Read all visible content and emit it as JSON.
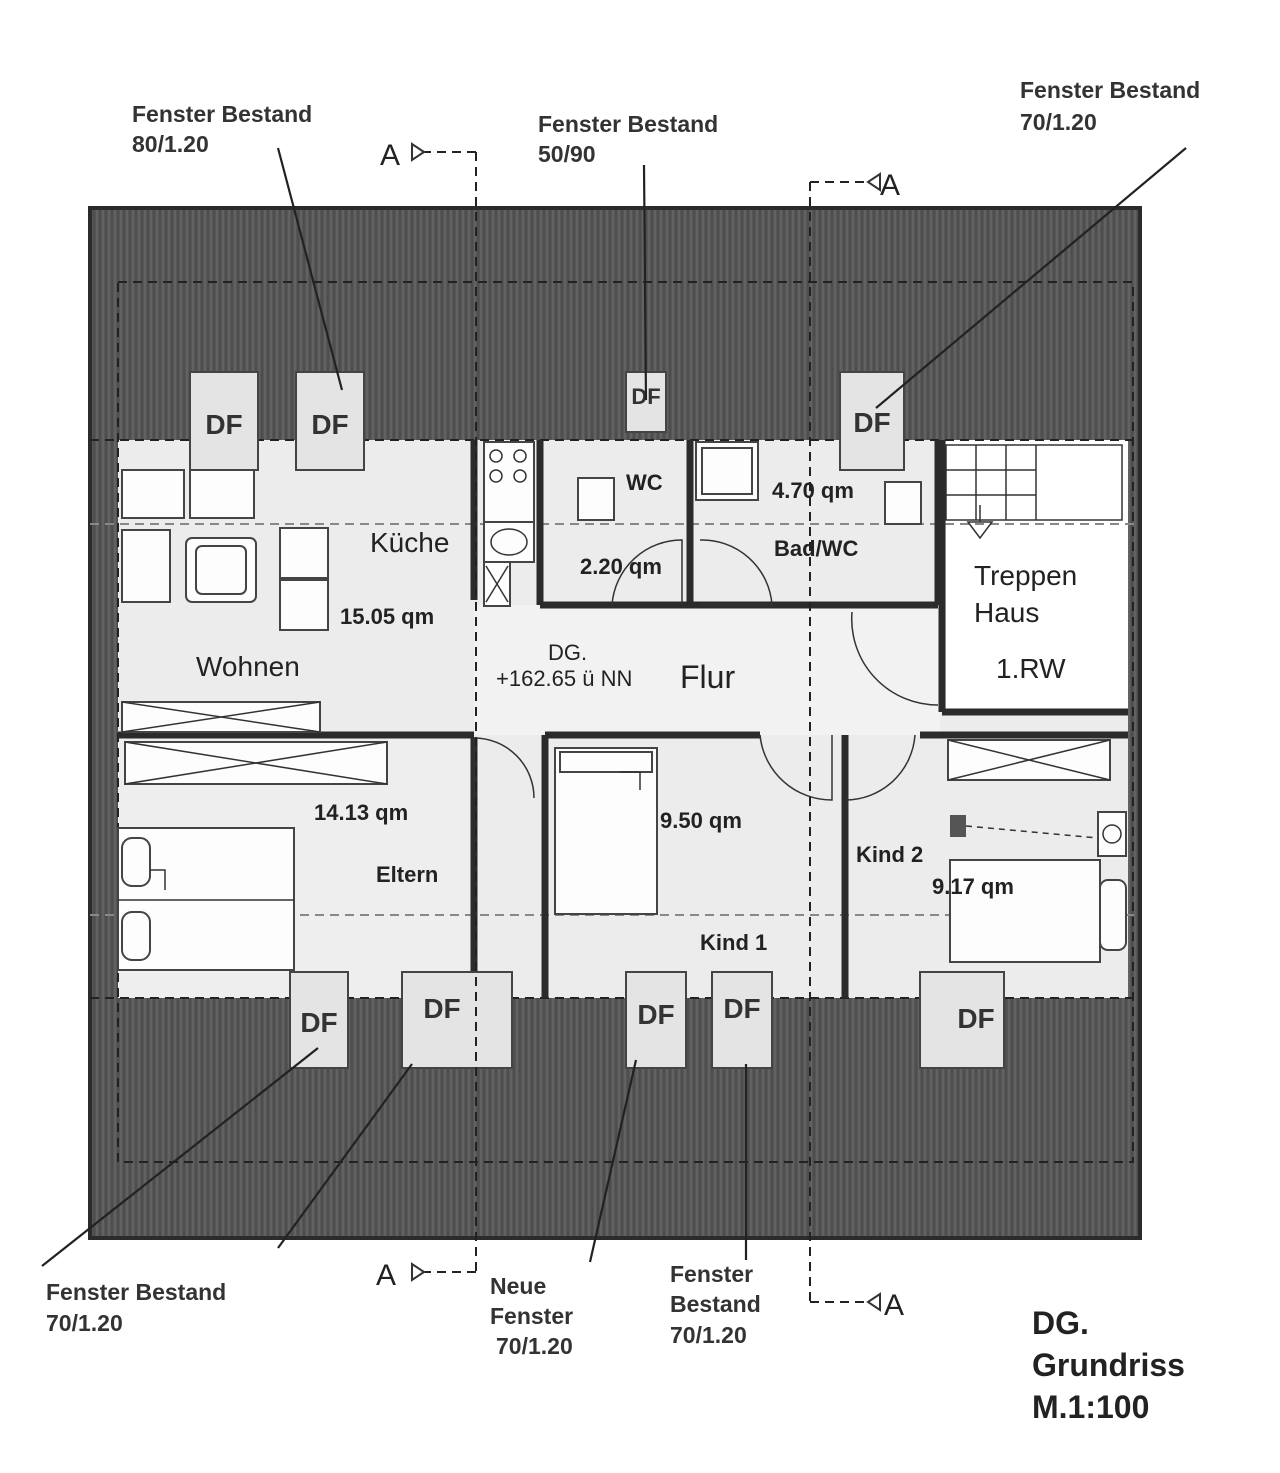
{
  "callouts": {
    "top_left": {
      "line1": "Fenster Bestand",
      "line2": "80/1.20"
    },
    "top_mid": {
      "line1": "Fenster Bestand",
      "line2": "50/90"
    },
    "top_right": {
      "line1": "Fenster Bestand",
      "line2": "70/1.20"
    },
    "bottom_left": {
      "line1": "Fenster Bestand",
      "line2": "70/1.20"
    },
    "bottom_neue": {
      "line1": "Neue",
      "line2": "Fenster",
      "line3": "70/1.20"
    },
    "bottom_mid": {
      "line1": "Fenster",
      "line2": "Bestand",
      "line3": "70/1.20"
    }
  },
  "section_marker": "A",
  "dormer_label": "DF",
  "rooms": {
    "kueche": {
      "name": "Küche",
      "area": "15.05 qm"
    },
    "wohnen": {
      "name": "Wohnen"
    },
    "wc": {
      "name": "WC",
      "area": "2.20 qm"
    },
    "bad": {
      "name": "Bad/WC",
      "area": "4.70 qm"
    },
    "treppenhaus": {
      "line1": "Treppen",
      "line2": "Haus",
      "line3": "1.RW"
    },
    "flur": {
      "level1": "DG.",
      "level2": "+162.65 ü NN",
      "name": "Flur"
    },
    "eltern": {
      "name": "Eltern",
      "area": "14.13 qm"
    },
    "kind1": {
      "name": "Kind 1",
      "area": "9.50 qm"
    },
    "kind2": {
      "name": "Kind 2",
      "area": "9.17 qm"
    }
  },
  "title_block": {
    "line1": "DG.",
    "line2": "Grundriss",
    "line3": "M.1:100"
  },
  "colors": {
    "roof": "#555555",
    "room": "#e9e9e9",
    "wall": "#2b2b2b",
    "room_light": "#f4f4f4"
  }
}
